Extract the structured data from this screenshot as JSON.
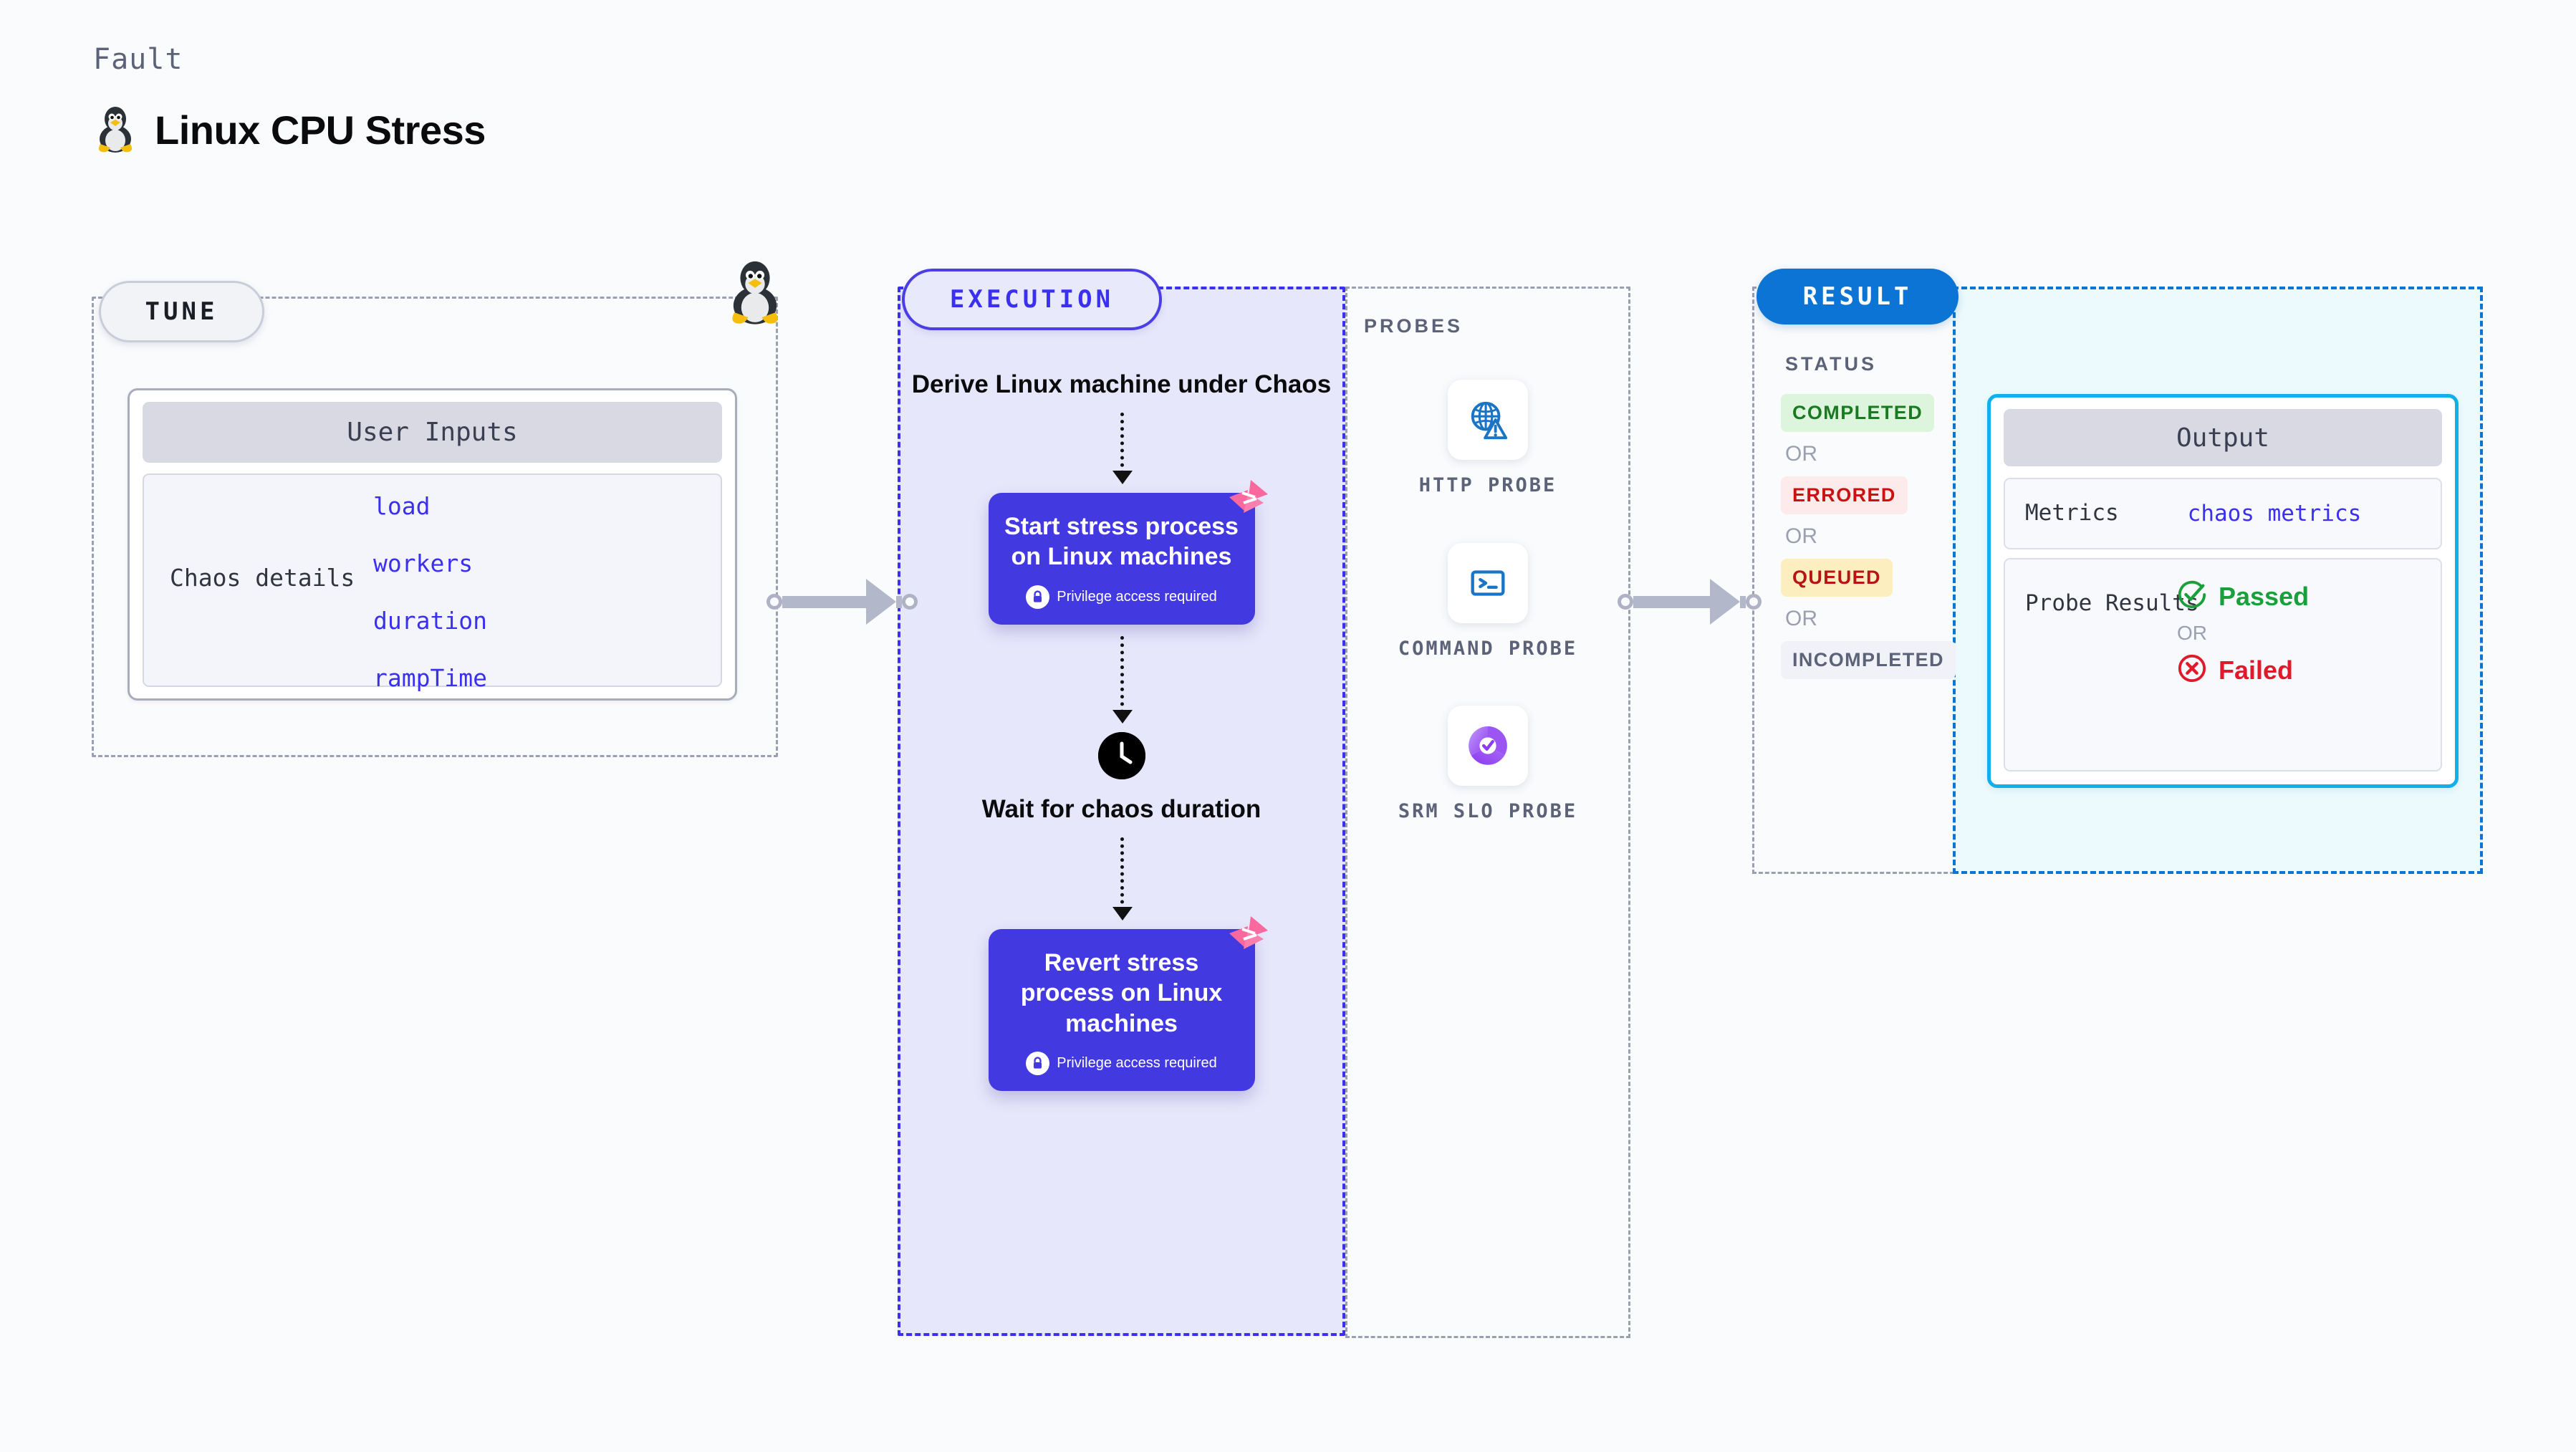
{
  "header": {
    "kicker": "Fault",
    "title": "Linux CPU Stress",
    "icon": "tux-penguin-icon"
  },
  "tune": {
    "badge": "TUNE",
    "card_title": "User Inputs",
    "details_label": "Chaos details",
    "params": [
      "load",
      "workers",
      "duration",
      "rampTime"
    ],
    "border_color": "#9aa0b0"
  },
  "execution": {
    "badge": "EXECUTION",
    "accent": "#3b30ef",
    "background": "#e7e7fb",
    "steps": [
      {
        "type": "text",
        "label": "Derive Linux machine under Chaos"
      },
      {
        "type": "card",
        "label": "Start stress process on Linux machines",
        "note": "Privilege access required",
        "icon": "lock-icon",
        "badge": "chaos-triangle-icon"
      },
      {
        "type": "wait",
        "label": "Wait for chaos duration",
        "icon": "clock-icon"
      },
      {
        "type": "card",
        "label": "Revert stress process on Linux machines",
        "note": "Privilege access required",
        "icon": "lock-icon",
        "badge": "chaos-triangle-icon"
      }
    ]
  },
  "probes": {
    "title": "PROBES",
    "items": [
      {
        "label": "HTTP PROBE",
        "icon": "globe-warning-icon"
      },
      {
        "label": "COMMAND PROBE",
        "icon": "terminal-icon"
      },
      {
        "label": "SRM SLO PROBE",
        "icon": "slo-donut-check-icon"
      }
    ]
  },
  "result": {
    "badge": "RESULT",
    "badge_color": "#0b74d4",
    "status_title": "STATUS",
    "or_label": "OR",
    "statuses": [
      {
        "label": "COMPLETED",
        "color": "#1a7a22",
        "background": "#dcf5dc"
      },
      {
        "label": "ERRORED",
        "color": "#cc1111",
        "background": "#fdeaea"
      },
      {
        "label": "QUEUED",
        "color": "#b81414",
        "background": "#fdeec0"
      },
      {
        "label": "INCOMPLETED",
        "color": "#5c6378",
        "background": "#f1f2f7"
      }
    ],
    "output": {
      "title": "Output",
      "metrics_key": "Metrics",
      "metrics_value": "chaos metrics",
      "probe_results_key": "Probe Results",
      "passed_label": "Passed",
      "failed_label": "Failed",
      "or_label": "OR",
      "passed_icon": "check-circle-icon",
      "failed_icon": "x-circle-icon",
      "border_color": "#12b0e8"
    }
  }
}
